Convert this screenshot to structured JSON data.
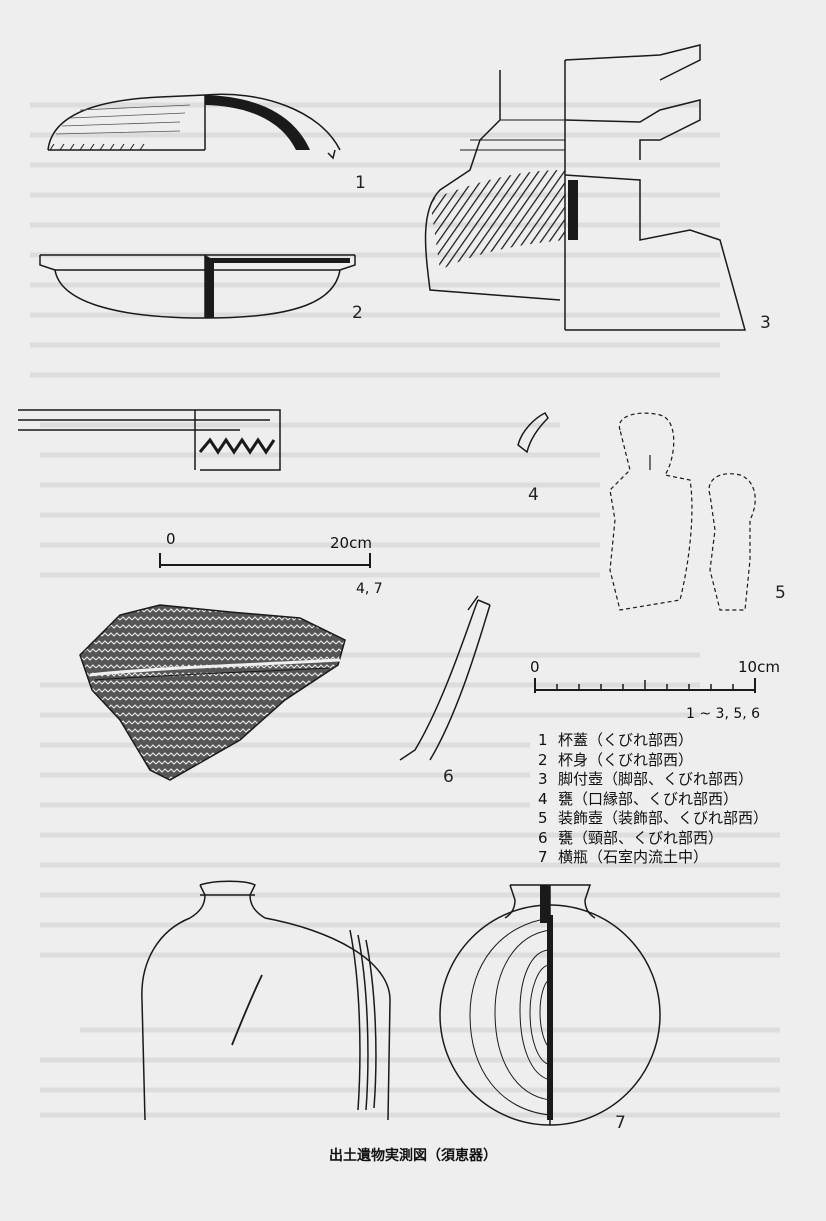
{
  "figure_numbers": {
    "f1": "1",
    "f2": "2",
    "f3": "3",
    "f4": "4",
    "f5": "5",
    "f6": "6",
    "f7": "7"
  },
  "scales": {
    "large": {
      "zero": "0",
      "max": "20cm",
      "applies": "4, 7"
    },
    "small": {
      "zero": "0",
      "max": "10cm",
      "applies": "1 ~ 3, 5, 6"
    }
  },
  "legend": [
    {
      "num": "1",
      "text": "杯蓋（くびれ部西）"
    },
    {
      "num": "2",
      "text": "杯身（くびれ部西）"
    },
    {
      "num": "3",
      "text": "脚付壺（脚部、くびれ部西）"
    },
    {
      "num": "4",
      "text": "甕（口縁部、くびれ部西）"
    },
    {
      "num": "5",
      "text": "装飾壺（装飾部、くびれ部西）"
    },
    {
      "num": "6",
      "text": "甕（頸部、くびれ部西）"
    },
    {
      "num": "7",
      "text": "横瓶（石室内流土中）"
    }
  ],
  "caption": "出土遺物実測図（須恵器）",
  "colors": {
    "paper": "#eeeeee",
    "ink": "#1a1a1a",
    "show_through": "#c9c9c9"
  }
}
